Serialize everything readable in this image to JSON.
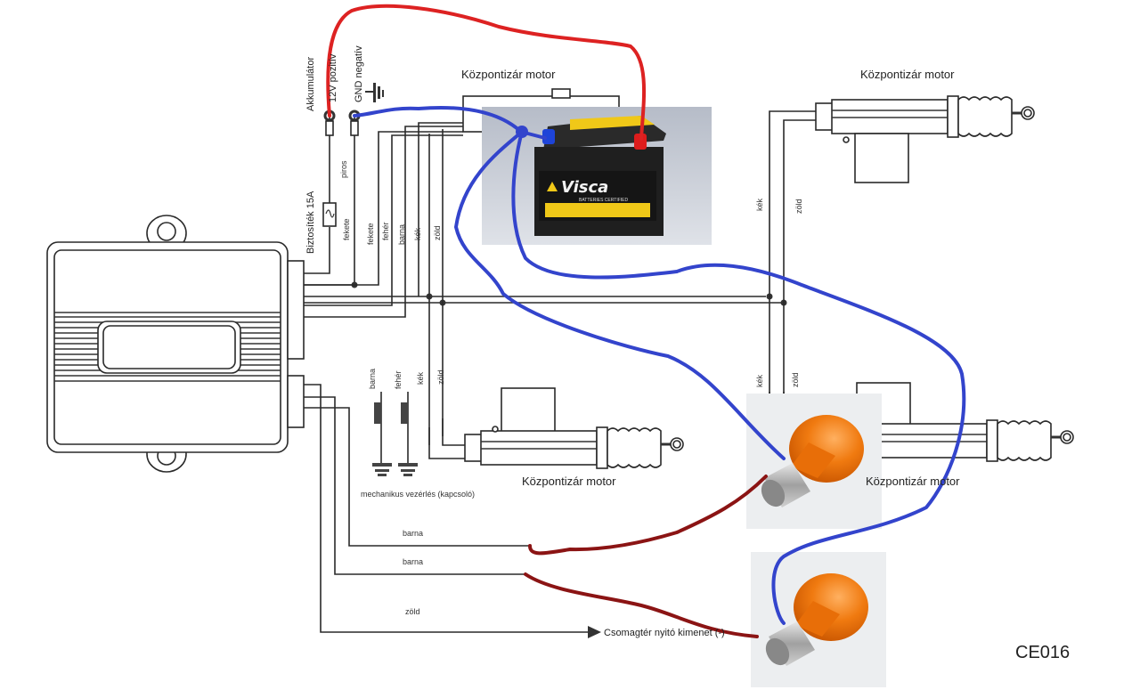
{
  "diagram": {
    "code": "CE016",
    "colors": {
      "positive_wire": "#dd2222",
      "negative_wire": "#3344cc",
      "signal_wire": "#8b1414",
      "bulb_orange": "#f07a10",
      "battery_yellow": "#f0c818"
    },
    "power": {
      "battery_label": "Akkumulátor",
      "positive_label": "12V pozitív",
      "ground_label": "GND negatív",
      "fuse_label": "Biztosíték 15A",
      "fuse_wire": "piros"
    },
    "connector1_wires": [
      "fekete",
      "fekete",
      "fehér",
      "barna",
      "kék",
      "zöld"
    ],
    "mechanical": {
      "wires": [
        "barna",
        "fehér",
        "kék",
        "zöld"
      ],
      "label": "mechanikus vezérlés (kapcsoló)"
    },
    "motors": [
      {
        "label": "Központizár motor"
      },
      {
        "label": "Központizár motor"
      },
      {
        "label": "Központizár motor"
      },
      {
        "label": "Központizár motor"
      }
    ],
    "right_wires": {
      "top": [
        "kék",
        "zöld"
      ],
      "bottom": [
        "kék",
        "zöld"
      ]
    },
    "bottom_wires": [
      "barna",
      "barna",
      "zöld"
    ],
    "trunk_output": "Csomagtér nyitó kimenet (-)",
    "battery": {
      "brand": "Visca",
      "subtitle": "BATTERIES CERTIFIED"
    }
  }
}
